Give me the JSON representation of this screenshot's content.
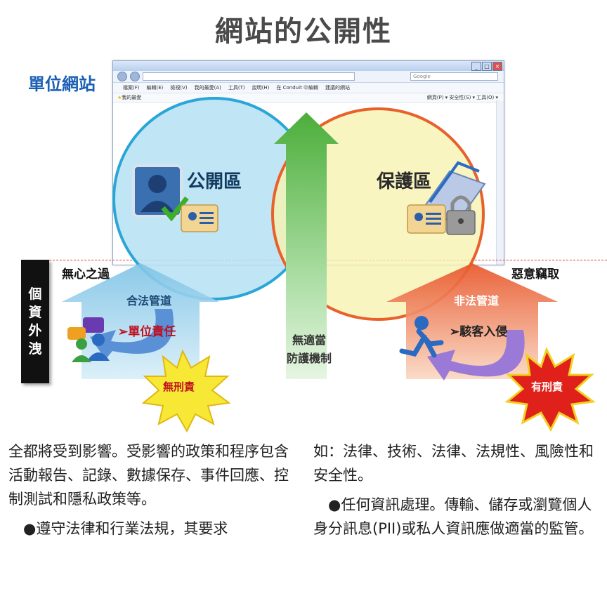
{
  "title": "網站的公開性",
  "unit_website_label": "單位網站",
  "browser": {
    "menu_items": [
      "檔案(F)",
      "編輯(E)",
      "檢視(V)",
      "我的最愛(A)",
      "工具(T)",
      "說明(H)"
    ],
    "toolbar_links": [
      "在 Conduit 中編輯",
      "建議的網站"
    ],
    "favorites_label": "我的最愛",
    "search_placeholder": "Google",
    "tools_text": "網頁(P) ▾  安全性(S) ▾  工具(O) ▾"
  },
  "diagram": {
    "public_zone": "公開區",
    "protected_zone": "保護區",
    "unintentional": "無心之過",
    "malicious": "惡意竊取",
    "legal_channel": "合法管道",
    "illegal_channel": "非法管道",
    "unit_responsibility": "➢單位責任",
    "hacker_intrusion": "➢駭客入侵",
    "no_protection_line1": "無適當",
    "no_protection_line2": "防護機制",
    "no_penalty": "無刑責",
    "has_penalty": "有刑責",
    "leak_chars": [
      "個",
      "資",
      "外",
      "洩"
    ]
  },
  "colors": {
    "public_circle": "#2aa6d6",
    "protected_circle": "#e8602a",
    "center_arrow": "#5fbf4a",
    "starburst": "#f7e836"
  },
  "body": {
    "left_para1": "全都將受到影響。受影響的政策和程序包含活動報告、記錄、數據保存、事件回應、控制測試和隱私政策等。",
    "left_para2": "●遵守法律和行業法規，其要求",
    "right_para1": "如：法律、技術、法律、法規性、風險性和安全性。",
    "right_para2": "●任何資訊處理。傳輸、儲存或瀏覽個人身分訊息(PII)或私人資訊應做適當的監管。"
  }
}
